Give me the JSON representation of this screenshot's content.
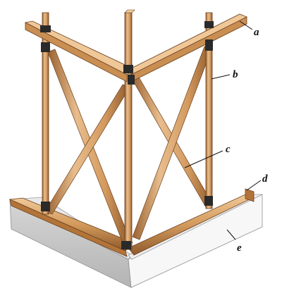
{
  "figure": {
    "callouts": [
      {
        "letter": "a",
        "part": "top-plate"
      },
      {
        "letter": "b",
        "part": "vertical-post"
      },
      {
        "letter": "c",
        "part": "diagonal-brace"
      },
      {
        "letter": "d",
        "part": "sole-plate"
      },
      {
        "letter": "e",
        "part": "foundation"
      }
    ]
  },
  "colors": {
    "wood_light": "#e6b98a",
    "wood_mid": "#c98e52",
    "wood_dark": "#8e5a2b",
    "foundation_front": "#c8c8c8",
    "foundation_side": "#f4f4f4",
    "hardware": "#2a2a2a",
    "label": "#111111"
  }
}
